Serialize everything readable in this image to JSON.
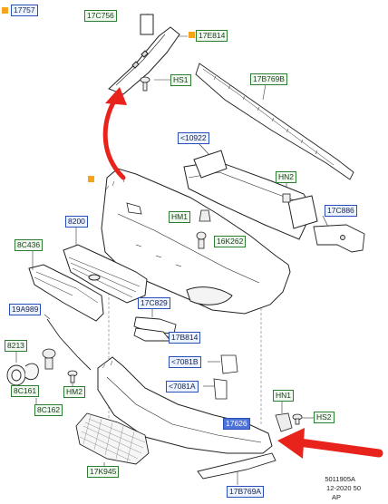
{
  "labels": {
    "l17757": "17757",
    "l17c756": "17C756",
    "l17e814": "17E814",
    "lhs1": "HS1",
    "l17b769b": "17B769B",
    "l10922": "<10922",
    "lhn2": "HN2",
    "l17c886": "17C886",
    "l8200": "8200",
    "lhm1": "HM1",
    "l16k262": "16K262",
    "l8c436": "8C436",
    "l17c829": "17C829",
    "l17b814": "17B814",
    "l19a989": "19A989",
    "l8213": "8213",
    "l8c161": "8C161",
    "l8c162": "8C162",
    "lhm2": "HM2",
    "l7081b": "<7081B",
    "l7081a": "<7081A",
    "lhn1": "HN1",
    "lhs2": "HS2",
    "l17626": "17626",
    "l17k945": "17K945",
    "l17b769a": "17B769A"
  },
  "footer": {
    "code": "5011905A",
    "date": "12-2020 50",
    "ap": "AP"
  },
  "colors": {
    "highlight_arrow": "#e8231b",
    "marker": "#f7a21b",
    "green_label_border": "#2e7d32",
    "blue_label_border": "#2a4fb8",
    "selected_label_fill": "#4f72d9"
  }
}
